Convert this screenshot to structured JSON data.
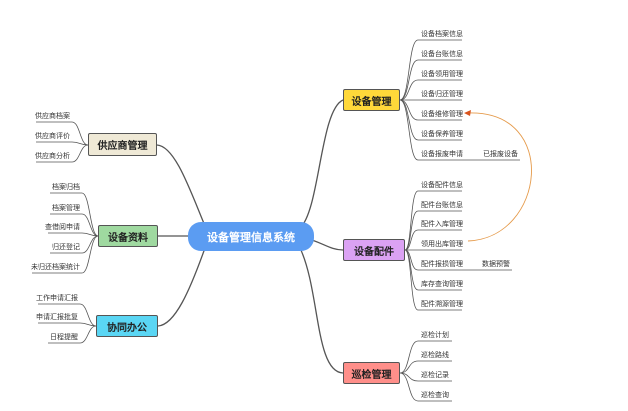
{
  "colors": {
    "center": "#5b9cf2",
    "equipment_mgmt": "#ffd83a",
    "equipment_parts": "#dba2f3",
    "inspection": "#ff8f8a",
    "supplier": "#efe9d6",
    "equipment_data": "#9fd9a0",
    "office": "#5ad6f4",
    "connector": "#e59a4a",
    "line": "#555555"
  },
  "center": {
    "label": "设备管理信息系统"
  },
  "equipment_mgmt": {
    "label": "设备管理",
    "items": [
      "设备档案信息",
      "设备台账信息",
      "设备领用管理",
      "设备归还管理",
      "设备维修管理",
      "设备保养管理",
      "设备报废申请"
    ],
    "extra": "已报废设备"
  },
  "equipment_parts": {
    "label": "设备配件",
    "items": [
      "设备配件信息",
      "配件台账信息",
      "配件入库管理",
      "领用出库管理",
      "配件报损管理",
      "库存查询管理",
      "配件溯源管理"
    ],
    "extra": "数据预警"
  },
  "inspection": {
    "label": "巡检管理",
    "items": [
      "巡检计划",
      "巡检路线",
      "巡检记录",
      "巡检查询"
    ]
  },
  "supplier": {
    "label": "供应商管理",
    "items": [
      "供应商档案",
      "供应商评价",
      "供应商分析"
    ]
  },
  "equipment_data": {
    "label": "设备资料",
    "items": [
      "档案归档",
      "档案管理",
      "查借阅申请",
      "归还登记",
      "未归还档案统计"
    ]
  },
  "office": {
    "label": "协同办公",
    "items": [
      "工作申请汇报",
      "申请汇报批复",
      "日程提醒"
    ]
  }
}
